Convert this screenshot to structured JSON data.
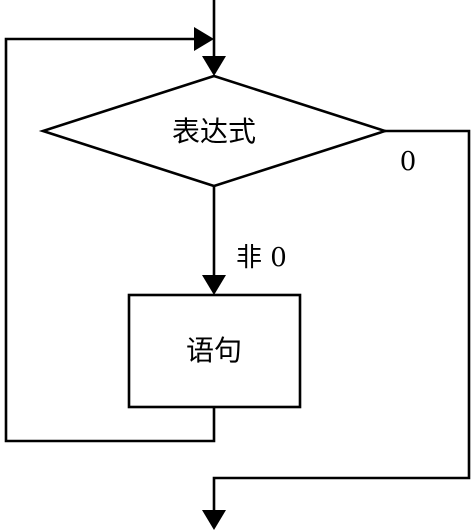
{
  "diagram": {
    "decision": {
      "label": "表达式"
    },
    "process": {
      "label": "语句"
    },
    "branches": {
      "true_label": "非 0",
      "false_label": "0"
    }
  }
}
